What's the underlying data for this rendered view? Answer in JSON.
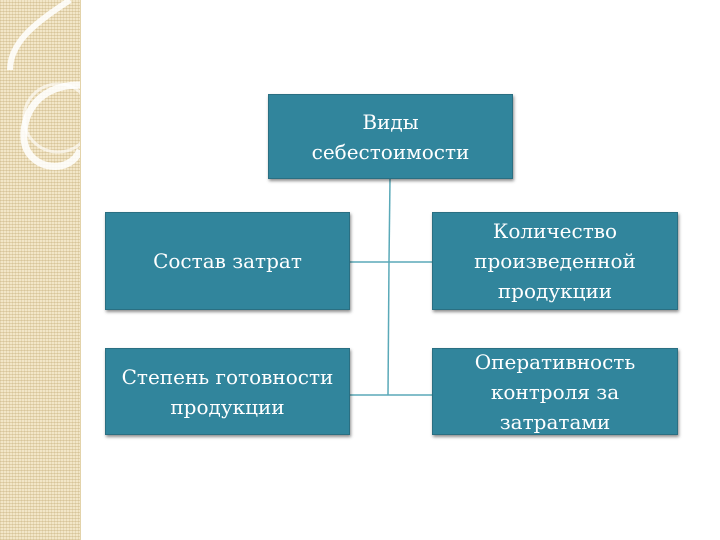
{
  "diagram": {
    "root": {
      "label": "Виды\nсебестоимости"
    },
    "children": [
      {
        "label": "Состав затрат"
      },
      {
        "label": "Количество\nпроизведенной\nпродукции"
      },
      {
        "label": "Степень готовности\nпродукции"
      },
      {
        "label": "Оперативность\nконтроля за затратами"
      }
    ]
  },
  "colors": {
    "box_fill": "#31859c",
    "connector": "#5aa9b8",
    "side_strip": "#f2e6c8"
  }
}
